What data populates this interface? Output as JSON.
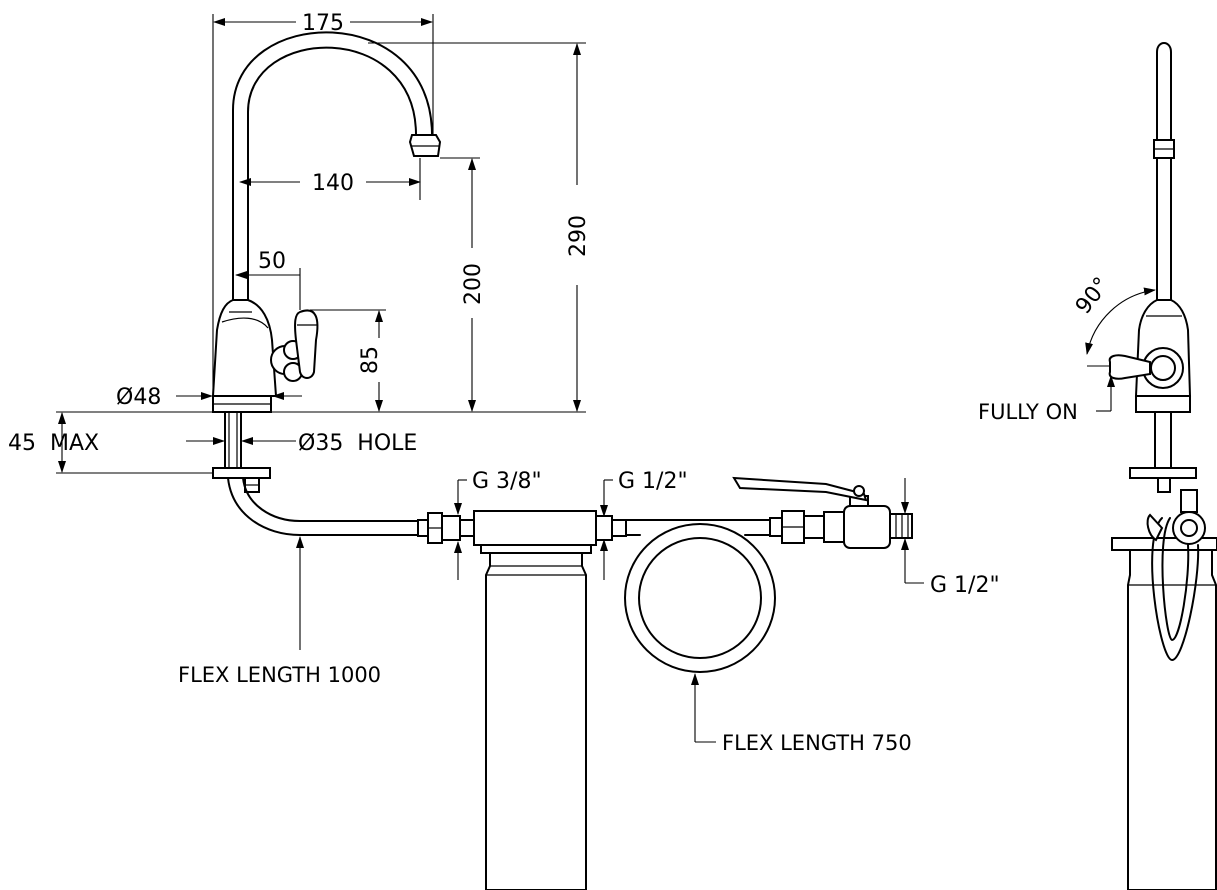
{
  "colors": {
    "line": "#000000",
    "background": "#ffffff"
  },
  "dimensions": {
    "width_175": "175",
    "reach_140": "140",
    "offset_50": "50",
    "height_290": "290",
    "height_200": "200",
    "height_85": "85",
    "base_dia": "Ø48",
    "max_45": "45  MAX",
    "hole_35": "Ø35  HOLE",
    "angle_90": "90°"
  },
  "connections": {
    "g38": "G 3/8\"",
    "g12_top": "G 1/2\"",
    "g12_right": "G 1/2\""
  },
  "flex": {
    "flex_1000": "FLEX LENGTH 1000",
    "flex_750": "FLEX LENGTH 750"
  },
  "side_view": {
    "fully_on": "FULLY ON"
  }
}
